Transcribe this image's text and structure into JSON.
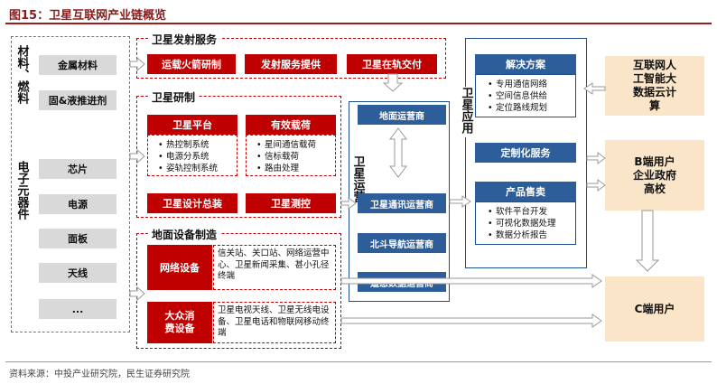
{
  "title": "图15：卫星互联网产业链概览",
  "left_panel": {
    "materials_label": "材料、燃料",
    "electronics_label": "电子元器件",
    "materials": [
      "金属材料",
      "固&液推进剂"
    ],
    "electronics": [
      "芯片",
      "电源",
      "面板",
      "天线",
      "..."
    ]
  },
  "launch": {
    "title": "卫星发射服务",
    "items": [
      "运载火箭研制",
      "发射服务提供",
      "卫星在轨交付"
    ]
  },
  "research": {
    "title": "卫星研制",
    "platform": {
      "label": "卫星平台",
      "items": [
        "热控制系统",
        "电源分系统",
        "姿轨控制系统"
      ]
    },
    "payload": {
      "label": "有效载荷",
      "items": [
        "星间通信载荷",
        "信标载荷",
        "路由处理"
      ]
    },
    "assembly": "卫星设计总装",
    "tt": "卫星测控"
  },
  "ground": {
    "title": "地面设备制造",
    "network": {
      "label": "网络设备",
      "desc": "信关站、关口站、网络运营中心、卫星新闻采集、甚小孔径终端"
    },
    "consumer": {
      "label": "大众消费设备",
      "desc": "卫星电视天线、卫星无线电设备、卫星电话和物联网移动终端"
    }
  },
  "operations": {
    "label": "卫星运营",
    "items": [
      "地面运营商",
      "卫星通讯运营商",
      "北斗导航运营商",
      "遥感数据运营商"
    ]
  },
  "applications": {
    "label": "卫星应用",
    "solutions": {
      "label": "解决方案",
      "items": [
        "专用通信网络",
        "空间信息供给",
        "定位路线规划"
      ]
    },
    "custom": "定制化服务",
    "products": {
      "label": "产品售卖",
      "items": [
        "软件平台开发",
        "可视化数据处理",
        "数据分析报告"
      ]
    }
  },
  "right": {
    "internet": "互联网人工智能大数据云计算",
    "b_users": "B端用户企业政府高校",
    "c_users": "C端用户"
  },
  "footer": "资料来源：中投产业研究院，民生证券研究院",
  "colors": {
    "red": "#c00000",
    "blue": "#2e5e9a",
    "gray": "#d9d9d9",
    "tan": "#fbe5c8",
    "title": "#8b1a1a"
  }
}
